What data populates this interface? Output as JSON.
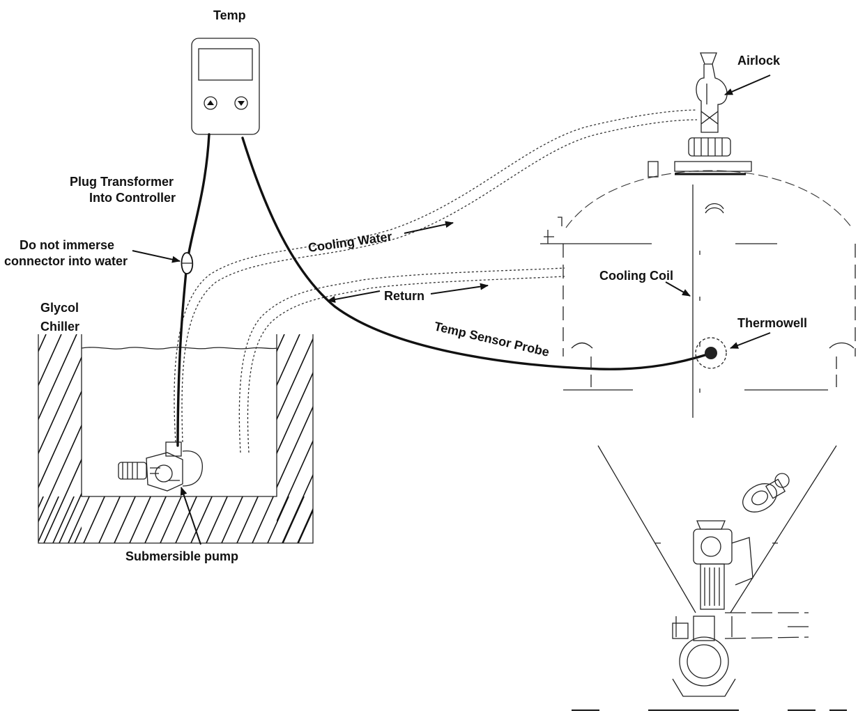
{
  "labels": {
    "temp": "Temp",
    "airlock": "Airlock",
    "plug_transformer": "Plug Transformer",
    "into_controller": "Into Controller",
    "do_not_immerse": "Do not immerse",
    "connector_into_water": "connector into water",
    "cooling_water": "Cooling Water",
    "cooling_coil": "Cooling Coil",
    "return": "Return",
    "glycol": "Glycol",
    "chiller": "Chiller",
    "thermowell": "Thermowell",
    "temp_sensor_probe": "Temp Sensor Probe",
    "submersible_pump": "Submersible pump"
  },
  "controller": {
    "up_icon": "up-arrow-button",
    "down_icon": "down-arrow-button"
  },
  "colors": {
    "ink": "#111111",
    "background": "#ffffff"
  }
}
